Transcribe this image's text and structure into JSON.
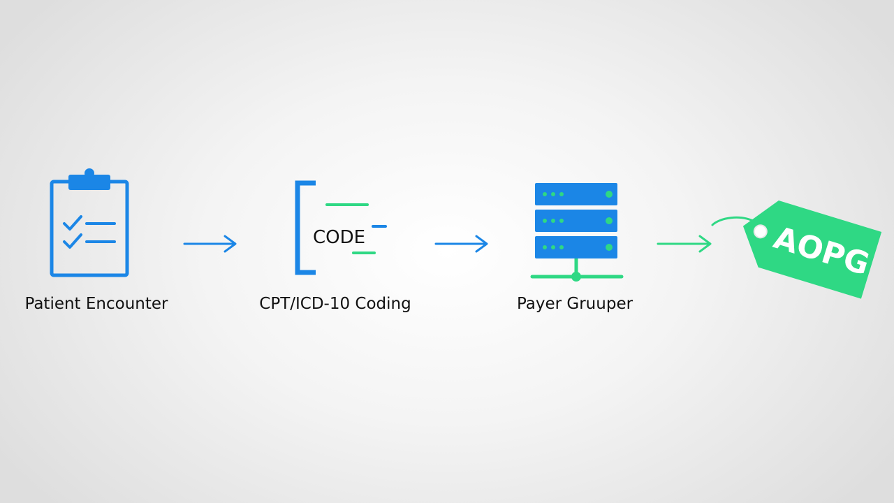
{
  "colors": {
    "blue": "#1b86e6",
    "green": "#2fd884",
    "text": "#111111"
  },
  "steps": [
    {
      "label": "Patient Encounter",
      "icon": "clipboard-checklist-icon"
    },
    {
      "label": "CPT/ICD-10 Coding",
      "icon": "code-bracket-icon",
      "icon_text": "CODE"
    },
    {
      "label": "Payer Gruuper",
      "icon": "server-stack-icon"
    },
    {
      "label": "",
      "icon": "price-tag-icon",
      "icon_text": "AOPG"
    }
  ],
  "connectors": [
    {
      "from": "Patient Encounter",
      "to": "CPT/ICD-10 Coding",
      "style": "blue-arrow"
    },
    {
      "from": "CPT/ICD-10 Coding",
      "to": "Payer Gruuper",
      "style": "blue-arrow"
    },
    {
      "from": "Payer Gruuper",
      "to": "AOPG",
      "style": "green-arrow"
    }
  ]
}
